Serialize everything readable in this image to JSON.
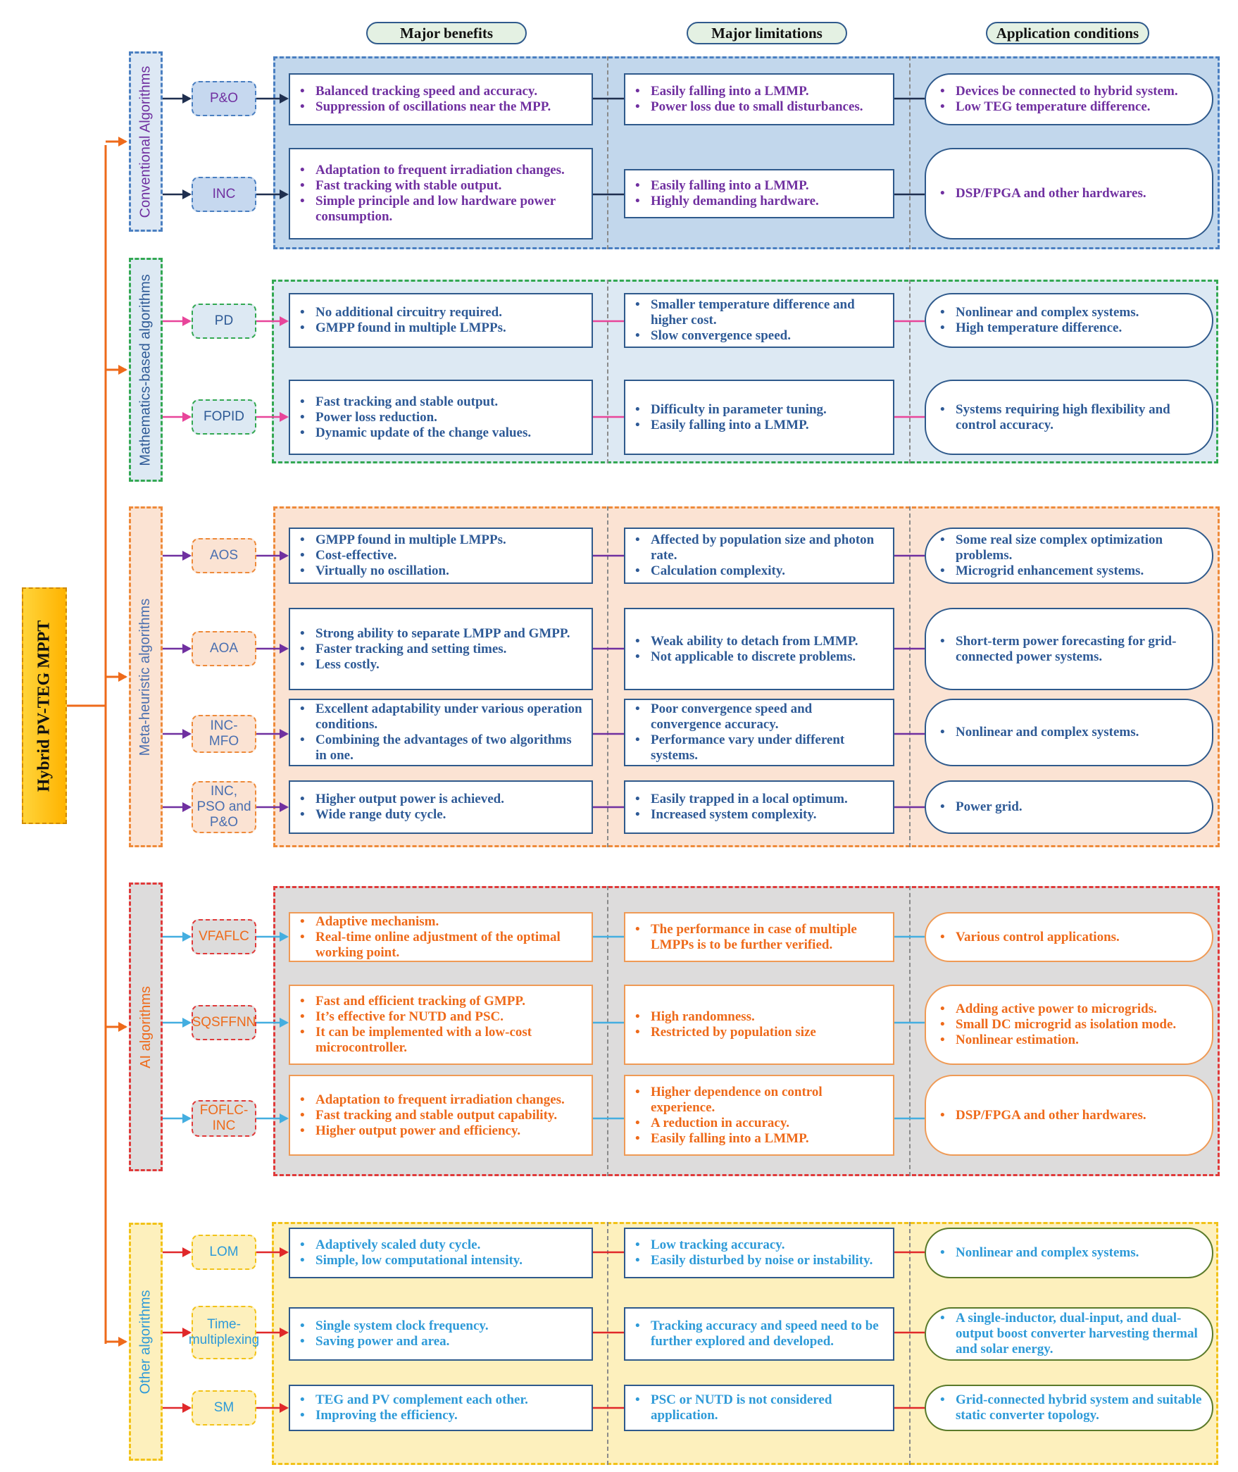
{
  "root": {
    "label": "Hybrid PV-TEG MPPT"
  },
  "headers": {
    "benefits": "Major benefits",
    "limitations": "Major limitations",
    "conditions": "Application conditions"
  },
  "groups": [
    {
      "name": "Conventional Algorithms",
      "colors": {
        "accent": "#7030a0",
        "border": "#4a7fc1",
        "panel_bg": "#c2d7ec",
        "cat_bg": "#dde8f4",
        "alg_bg": "#c6d8ef",
        "box_border": "#2f5a8c",
        "arrow": "#1f2f4f",
        "line": "#1f2f4f"
      },
      "rows": [
        {
          "algorithm": "P&O",
          "benefits": [
            "Balanced tracking speed and accuracy.",
            "Suppression of oscillations near the MPP."
          ],
          "limitations": [
            "Easily falling into a LMMP.",
            "Power loss due to small disturbances."
          ],
          "conditions": [
            "Devices be connected to hybrid system.",
            "Low TEG temperature difference."
          ]
        },
        {
          "algorithm": "INC",
          "benefits": [
            "Adaptation to frequent irradiation changes.",
            "Fast tracking with stable output.",
            "Simple principle and low hardware power consumption."
          ],
          "limitations": [
            "Easily falling into a LMMP.",
            "Highly demanding hardware."
          ],
          "conditions": [
            "DSP/FPGA and other hardwares."
          ]
        }
      ]
    },
    {
      "name": "Mathematics-based algorithms",
      "colors": {
        "accent": "#2e5a96",
        "border": "#33a852",
        "panel_bg": "#dde9f3",
        "cat_bg": "#dde9f3",
        "alg_bg": "#dde9f3",
        "box_border": "#2f5a8c",
        "arrow": "#e8459a",
        "line": "#e8459a"
      },
      "rows": [
        {
          "algorithm": "PD",
          "benefits": [
            "No additional circuitry required.",
            "GMPP found in multiple LMPPs."
          ],
          "limitations": [
            "Smaller temperature difference and higher cost.",
            "Slow convergence speed."
          ],
          "conditions": [
            "Nonlinear and complex systems.",
            "High temperature difference."
          ]
        },
        {
          "algorithm": "FOPID",
          "benefits": [
            "Fast tracking and stable output.",
            "Power loss reduction.",
            "Dynamic update of the change values."
          ],
          "limitations": [
            "Difficulty in parameter tuning.",
            "Easily falling into a LMMP."
          ],
          "conditions": [
            "Systems requiring high flexibility and control accuracy."
          ]
        }
      ]
    },
    {
      "name": "Meta-heuristic algorithms",
      "colors": {
        "accent": "#4a6fb0",
        "border": "#ee8a3a",
        "panel_bg": "#fbe3d3",
        "cat_bg": "#fbe3d3",
        "alg_bg": "#fbe3d3",
        "box_border": "#2f5a8c",
        "arrow": "#7030a0",
        "line": "#7030a0"
      },
      "rows": [
        {
          "algorithm": "AOS",
          "benefits": [
            "GMPP found in multiple LMPPs.",
            "Cost-effective.",
            "Virtually no oscillation."
          ],
          "limitations": [
            "Affected by population size and photon rate.",
            "Calculation complexity."
          ],
          "conditions": [
            "Some real size complex optimization problems.",
            "Microgrid enhancement systems."
          ]
        },
        {
          "algorithm": "AOA",
          "benefits": [
            "Strong ability to separate LMPP and GMPP.",
            "Faster tracking and setting times.",
            "Less costly."
          ],
          "limitations": [
            "Weak ability to detach from LMMP.",
            "Not applicable to discrete problems."
          ],
          "conditions": [
            "Short-term power forecasting for grid-connected power systems."
          ]
        },
        {
          "algorithm": "INC-\nMFO",
          "benefits": [
            "Excellent adaptability under various operation conditions.",
            "Combining the advantages of two algorithms in one."
          ],
          "limitations": [
            "Poor convergence speed and convergence accuracy.",
            "Performance vary under different systems."
          ],
          "conditions": [
            "Nonlinear and complex systems."
          ]
        },
        {
          "algorithm": "INC,\nPSO and\nP&O",
          "benefits": [
            "Higher output power is achieved.",
            "Wide range duty cycle."
          ],
          "limitations": [
            "Easily trapped in a local optimum.",
            "Increased system complexity."
          ],
          "conditions": [
            "Power grid."
          ]
        }
      ]
    },
    {
      "name": "AI algorithms",
      "colors": {
        "accent": "#ee6a1a",
        "border": "#e03a3a",
        "panel_bg": "#dddcdc",
        "cat_bg": "#dddcdc",
        "alg_bg": "#dddcdc",
        "box_border": "#ef9a55",
        "arrow": "#44aee0",
        "line": "#44aee0"
      },
      "rows": [
        {
          "algorithm": "VFAFLC",
          "benefits": [
            "Adaptive mechanism.",
            "Real-time online adjustment of the optimal working point."
          ],
          "limitations": [
            "The performance in case of multiple LMPPs is to be further verified."
          ],
          "conditions": [
            "Various control applications."
          ]
        },
        {
          "algorithm": "SQSFFNN",
          "benefits": [
            "Fast and efficient tracking of GMPP.",
            "It’s effective for NUTD and PSC.",
            "It can be implemented with a low-cost microcontroller."
          ],
          "limitations": [
            "High randomness.",
            "Restricted by population size"
          ],
          "conditions": [
            "Adding active power to microgrids.",
            "Small DC microgrid as isolation mode.",
            "Nonlinear estimation."
          ]
        },
        {
          "algorithm": "FOFLC-\nINC",
          "benefits": [
            "Adaptation to frequent irradiation changes.",
            "Fast tracking and stable output capability.",
            "Higher output power and efficiency."
          ],
          "limitations": [
            "Higher dependence on control experience.",
            "A reduction in accuracy.",
            "Easily falling into a LMMP."
          ],
          "conditions": [
            "DSP/FPGA and other hardwares."
          ]
        }
      ]
    },
    {
      "name": "Other algorithms",
      "colors": {
        "accent": "#2e9ad8",
        "border": "#f2c218",
        "panel_bg": "#fdf0bd",
        "cat_bg": "#fdf0bd",
        "alg_bg": "#fdf0bd",
        "box_border": "#2f5a8c",
        "pill_border": "#5a7a2a",
        "arrow": "#e0282a",
        "line": "#e0282a"
      },
      "rows": [
        {
          "algorithm": "LOM",
          "benefits": [
            "Adaptively scaled duty cycle.",
            "Simple,  low computational intensity."
          ],
          "limitations": [
            "Low tracking accuracy.",
            "Easily disturbed by noise or instability."
          ],
          "conditions": [
            "Nonlinear and complex systems."
          ]
        },
        {
          "algorithm": "Time-\nmultiplexing",
          "benefits": [
            "Single system clock frequency.",
            "Saving power and area."
          ],
          "limitations": [
            "Tracking accuracy and speed need to be further explored and developed."
          ],
          "conditions": [
            "A single-inductor, dual-input, and dual-output boost converter harvesting thermal and solar energy."
          ]
        },
        {
          "algorithm": "SM",
          "benefits": [
            "TEG and PV complement each other.",
            "Improving the efficiency."
          ],
          "limitations": [
            "PSC or NUTD is not considered application."
          ],
          "conditions": [
            "Grid-connected hybrid system and suitable static converter topology."
          ]
        }
      ]
    }
  ]
}
